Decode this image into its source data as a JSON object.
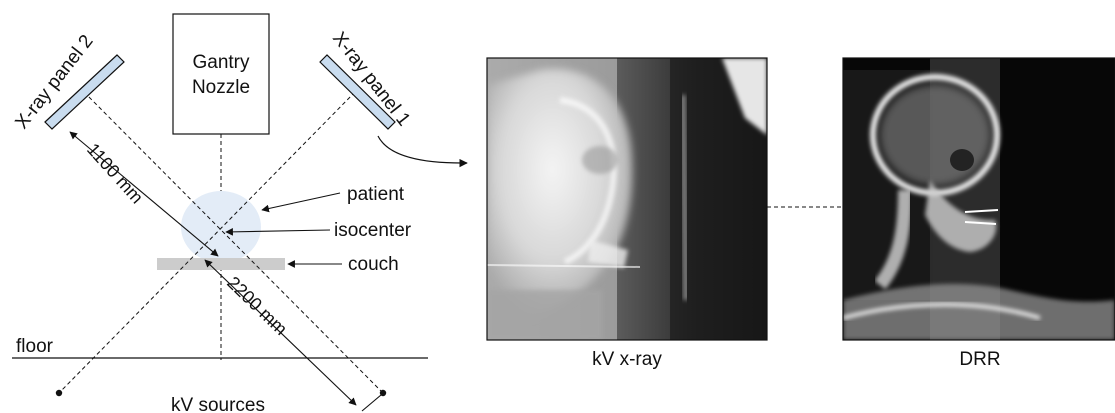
{
  "diagram": {
    "gantry": {
      "line1": "Gantry",
      "line2": "Nozzle"
    },
    "panel_left_label": "X-ray panel 2",
    "panel_right_label": "X-ray panel 1",
    "dim_1100": "1100 mm",
    "dim_2200": "2200 mm",
    "patient_label": "patient",
    "isocenter_label": "isocenter",
    "couch_label": "couch",
    "floor_label": "floor",
    "sources_label": "kV sources"
  },
  "images": {
    "kv_caption": "kV x-ray",
    "drr_caption": "DRR"
  },
  "colors": {
    "panel_fill": "#c9dcef",
    "patient_fill": "#e3ecf7",
    "couch_fill": "#cccccc",
    "line": "#111111"
  }
}
